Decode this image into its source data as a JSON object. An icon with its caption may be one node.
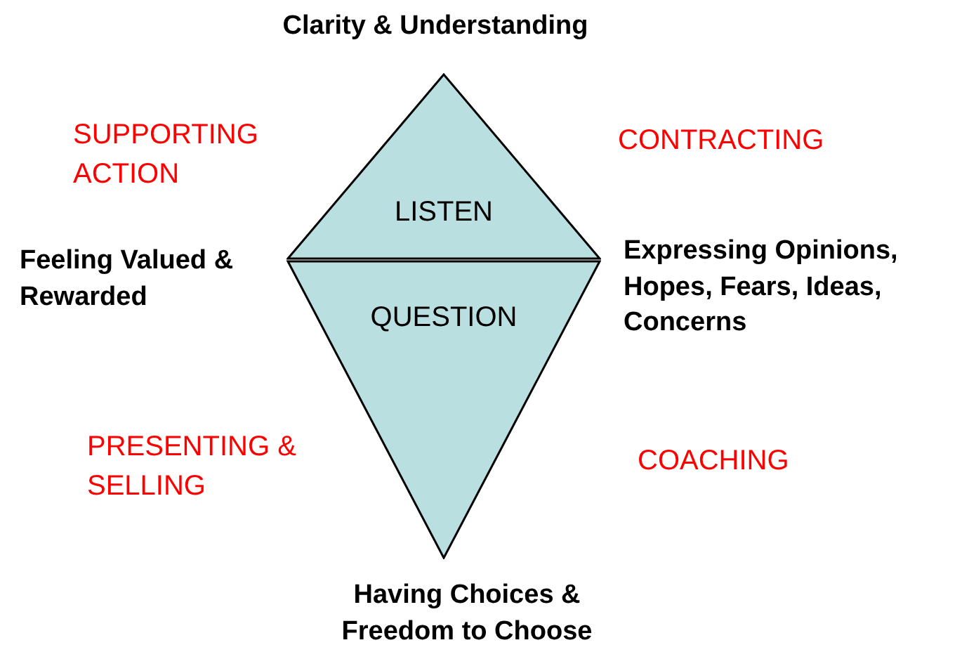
{
  "diagram": {
    "nodes": [
      {
        "text": [
          "LISTEN"
        ]
      },
      {
        "text": [
          "QUESTION"
        ]
      }
    ],
    "labels": [
      "Clarity & Understanding",
      "SUPPORTING ACTION",
      "CONTRACTING",
      "Feeling Valued & Rewarded",
      "Expressing Opinions, Hopes, Fears, Ideas, Concerns",
      "PRESENTING & SELLING",
      "COACHING",
      "Having Choices & Freedom to Choose"
    ]
  }
}
